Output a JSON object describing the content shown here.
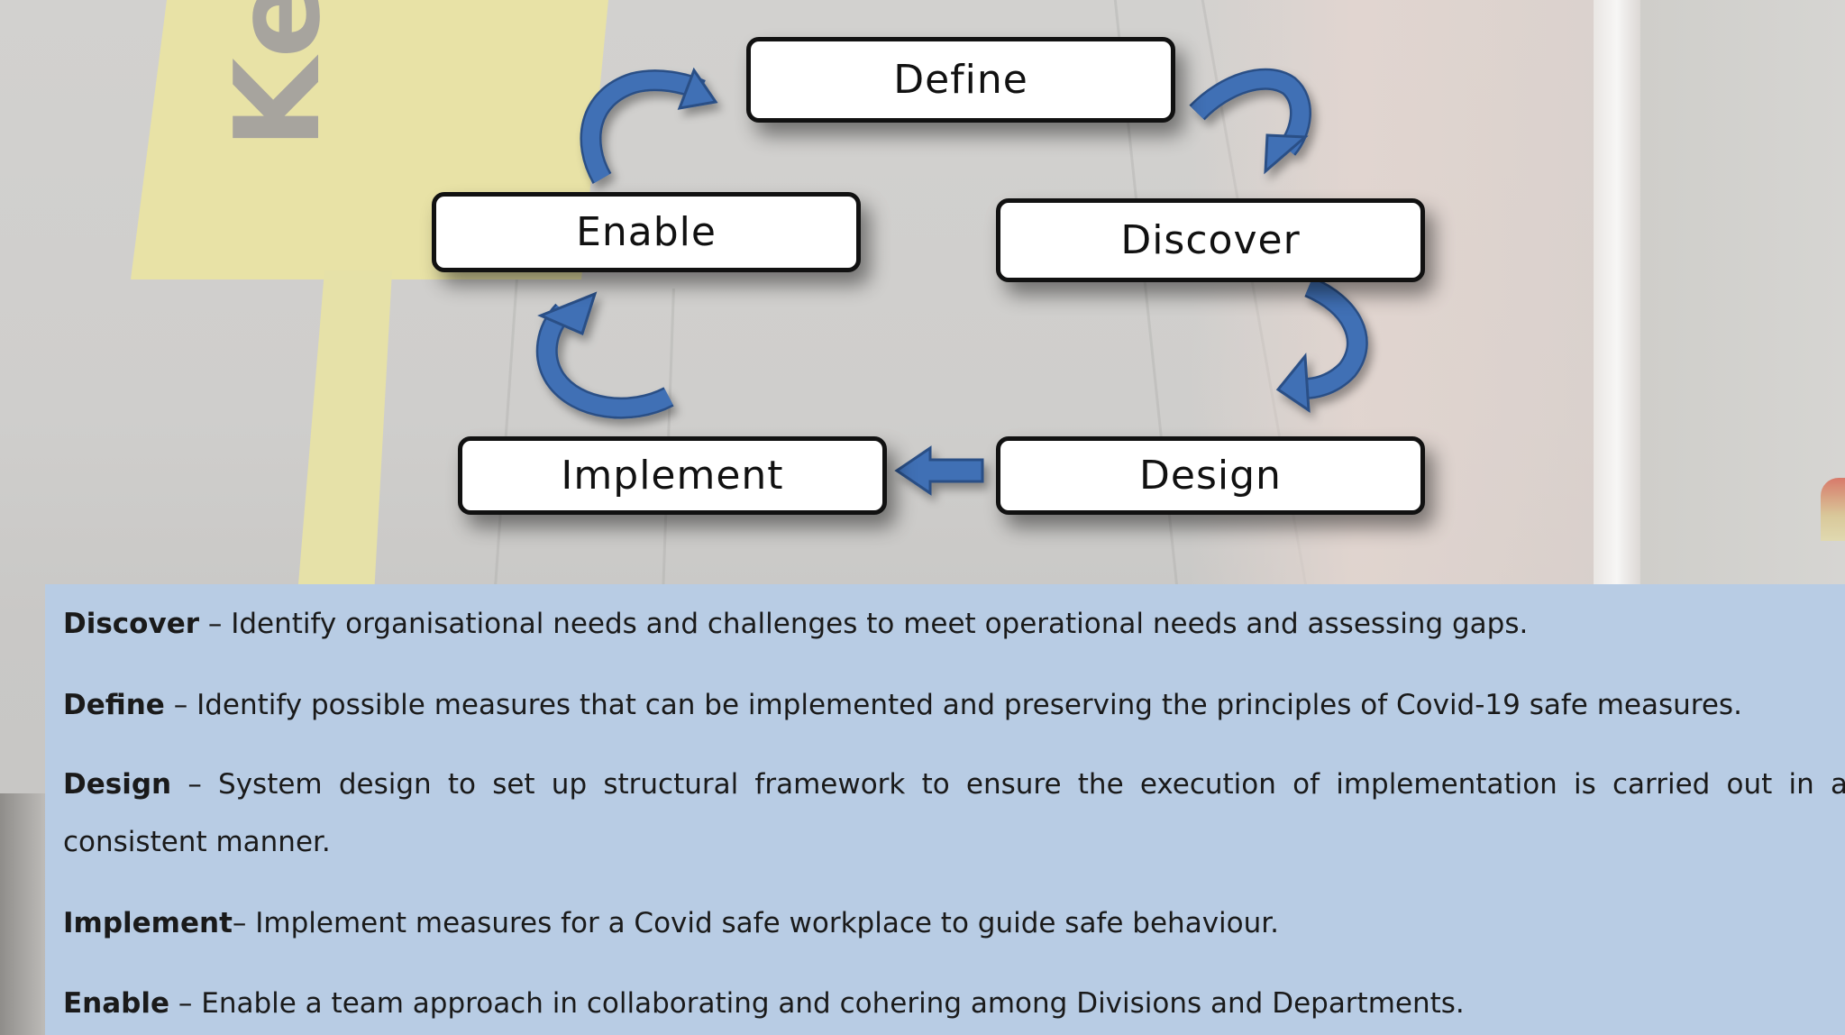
{
  "background": {
    "sign_text": "Keep"
  },
  "diagram": {
    "nodes": {
      "define": "Define",
      "discover": "Discover",
      "design": "Design",
      "implement": "Implement",
      "enable": "Enable"
    },
    "arrow_color": "#3f6fb5"
  },
  "definitions": [
    {
      "term": "Discover",
      "separator": " – ",
      "text": "Identify organisational needs and challenges to meet operational needs and assessing gaps."
    },
    {
      "term": "Define",
      "separator": " – ",
      "text": "Identify possible measures that can be implemented and preserving the principles of Covid-19 safe measures."
    },
    {
      "term": "Design",
      "separator": " – ",
      "text": "System design to set up structural framework to ensure the execution of implementation is carried out in a consistent manner."
    },
    {
      "term": "Implement",
      "separator": "– ",
      "text": "Implement measures for a Covid safe workplace to guide safe behaviour."
    },
    {
      "term": "Enable",
      "separator": " – ",
      "text": "Enable a team approach in collaborating and cohering among Divisions and Departments."
    }
  ],
  "colors": {
    "panel_bg": "#b8cce4",
    "box_border": "#111111",
    "arrow_fill": "#3f6fb5",
    "arrow_stroke": "#2b4f86"
  }
}
